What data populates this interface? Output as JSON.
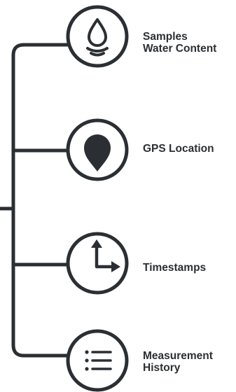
{
  "colors": {
    "stroke": "#2b2f33",
    "text": "#2b2f33",
    "background": "#ffffff"
  },
  "features": [
    {
      "icon": "water-drop-icon",
      "lines": [
        "Samples",
        "Water Content"
      ]
    },
    {
      "icon": "map-pin-icon",
      "lines": [
        "GPS Location"
      ]
    },
    {
      "icon": "turn-arrow-icon",
      "lines": [
        "Timestamps"
      ]
    },
    {
      "icon": "list-icon",
      "lines": [
        "Measurement",
        "History"
      ]
    }
  ]
}
